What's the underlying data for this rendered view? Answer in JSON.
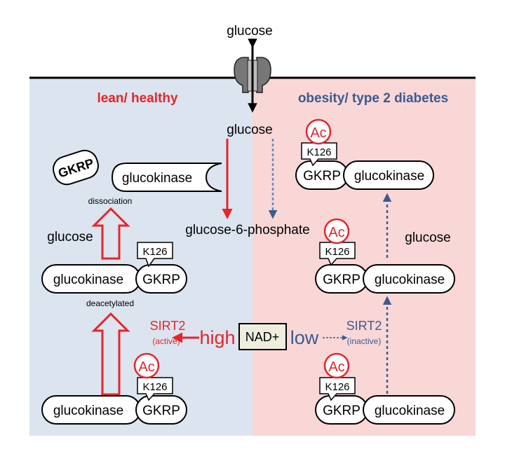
{
  "top_glucose": "glucose",
  "inner_glucose": "glucose",
  "lean_title": "lean/ healthy",
  "obese_title": "obesity/ type 2 diabetes",
  "g6p_label": "glucose-6-phosphate",
  "gkrp": "GKRP",
  "glucokinase": "glucokinase",
  "k126": "K126",
  "ac": "Ac",
  "dissociation": "dissociation",
  "deacetylated": "deacetylated",
  "glucose_left": "glucose",
  "glucose_right": "glucose",
  "sirt2_active": "SIRT2",
  "active": "(active)",
  "sirt2_inactive": "SIRT2",
  "inactive": "(inactive)",
  "high": "high",
  "low": "low",
  "nad": "NAD+",
  "colors": {
    "left_bg": "#dbe4ef",
    "right_bg": "#f9d7d7",
    "red": "#e8242a",
    "blue": "#3b5b8f",
    "nad_bg": "#eeeede"
  }
}
